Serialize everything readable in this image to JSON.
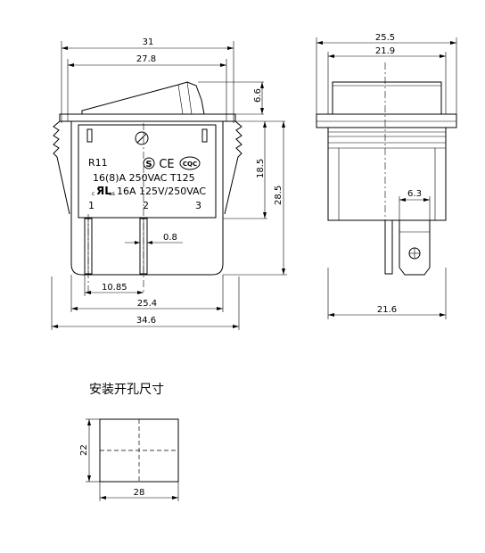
{
  "front_view": {
    "dims": {
      "width_total": "31",
      "width_rocker": "27.8",
      "rocker_height": "6.6",
      "body_height": "18.5",
      "total_height": "28.5",
      "terminal_thickness": "0.8",
      "pin_spacing": "10.85",
      "pin_span": "25.4",
      "overall_width": "34.6"
    },
    "marking": {
      "model": "R11",
      "rating_line": "16(8)A 250VAC T125",
      "ul_line": "16A 125V/250VAC",
      "ul_prefix": "c",
      "ul_suffix": "us",
      "ce_mark": "CE",
      "s_mark": "S",
      "cqc_mark": "CQC",
      "pin_1": "1",
      "pin_2": "2",
      "pin_3": "3"
    }
  },
  "side_view": {
    "dims": {
      "width_frame": "25.5",
      "width_body": "21.9",
      "terminal_width": "6.3",
      "overall_width": "21.6"
    }
  },
  "cutout": {
    "title": "安装开孔尺寸",
    "width": "28",
    "height": "22"
  }
}
